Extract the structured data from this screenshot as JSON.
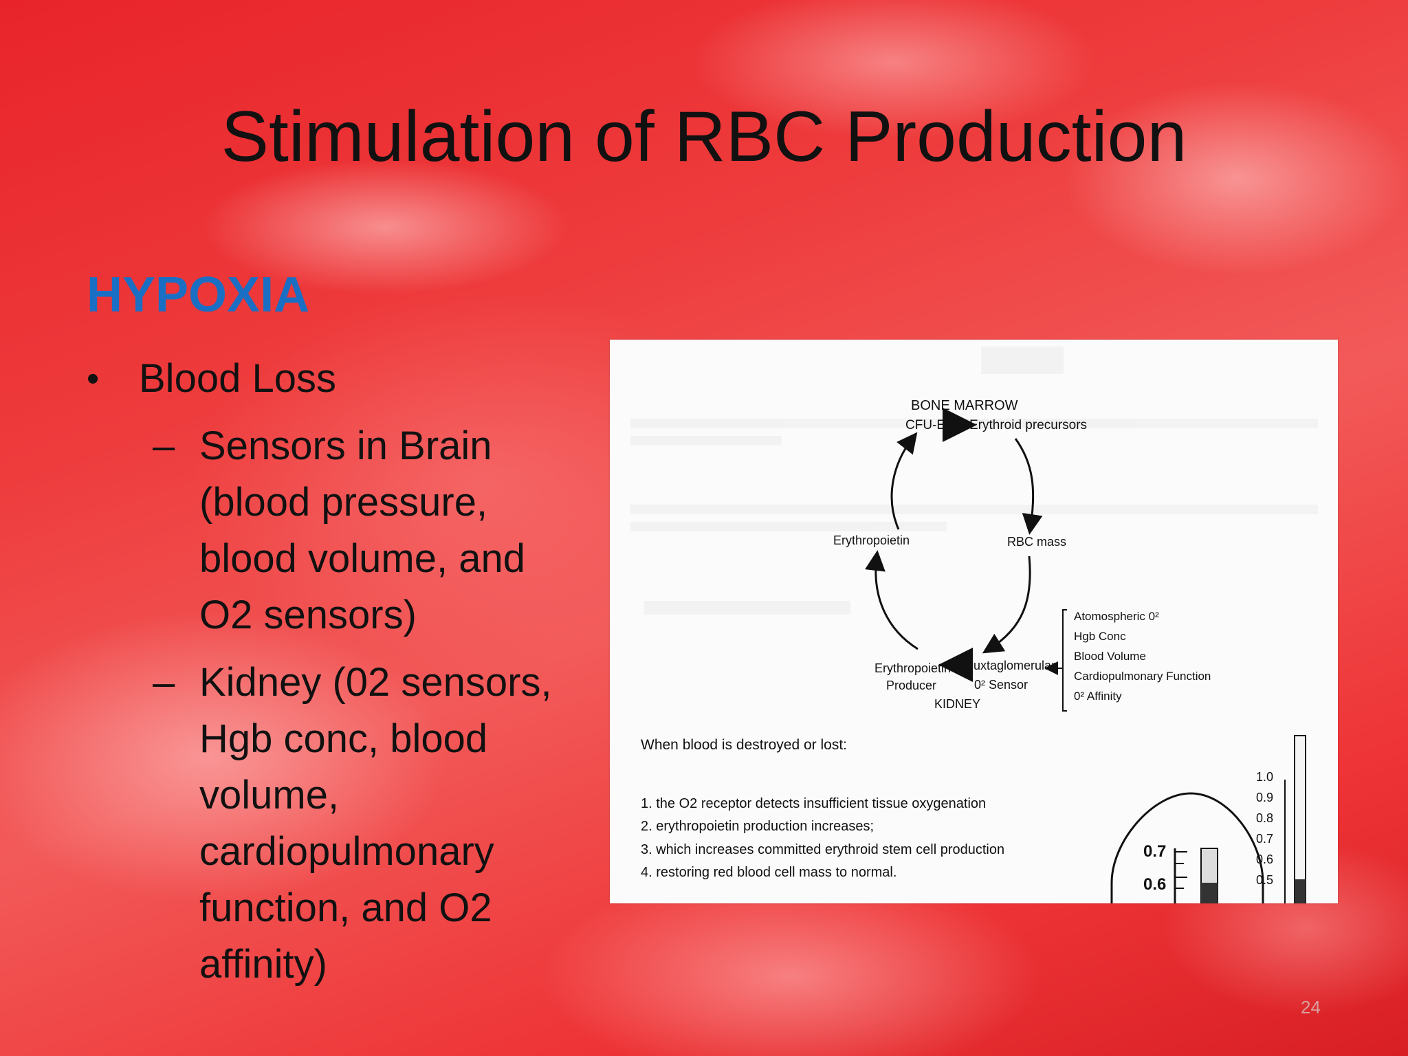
{
  "slide": {
    "title": "Stimulation of RBC Production",
    "heading": "HYPOXIA",
    "bullet_marker": "•",
    "sub_marker": "–",
    "bullets": [
      {
        "text": "Blood Loss",
        "subs": [
          "Sensors in Brain (blood pressure, blood volume, and O2 sensors)",
          "Kidney (02 sensors, Hgb conc, blood volume, cardiopulmonary function, and O2 affinity)"
        ]
      }
    ],
    "page_number": "24"
  },
  "diagram": {
    "top_label": "BONE MARROW",
    "cfu": "CFU-E",
    "precursors": "Erythroid precursors",
    "epo_left": "Erythropoietin",
    "rbc_mass": "RBC mass",
    "epo_producer_1": "Erythropoietin",
    "epo_producer_2": "Producer",
    "juxta_1": "Juxtaglomerular",
    "juxta_2": "0² Sensor",
    "kidney": "KIDNEY",
    "factors": [
      "Atomospheric 0²",
      "Hgb Conc",
      "Blood Volume",
      "Cardiopulmonary Function",
      "0² Affinity"
    ],
    "caption": "When blood is destroyed or lost:",
    "steps": [
      "1. the O2 receptor detects insufficient tissue oxygenation",
      "2. erythropoietin production increases;",
      "3. which increases committed erythroid stem cell production",
      "4. restoring red blood cell mass to normal."
    ],
    "gauge_left": [
      "0.7",
      "0.6"
    ],
    "gauge_right": [
      "1.0",
      "0.9",
      "0.8",
      "0.7",
      "0.6",
      "0.5"
    ]
  }
}
